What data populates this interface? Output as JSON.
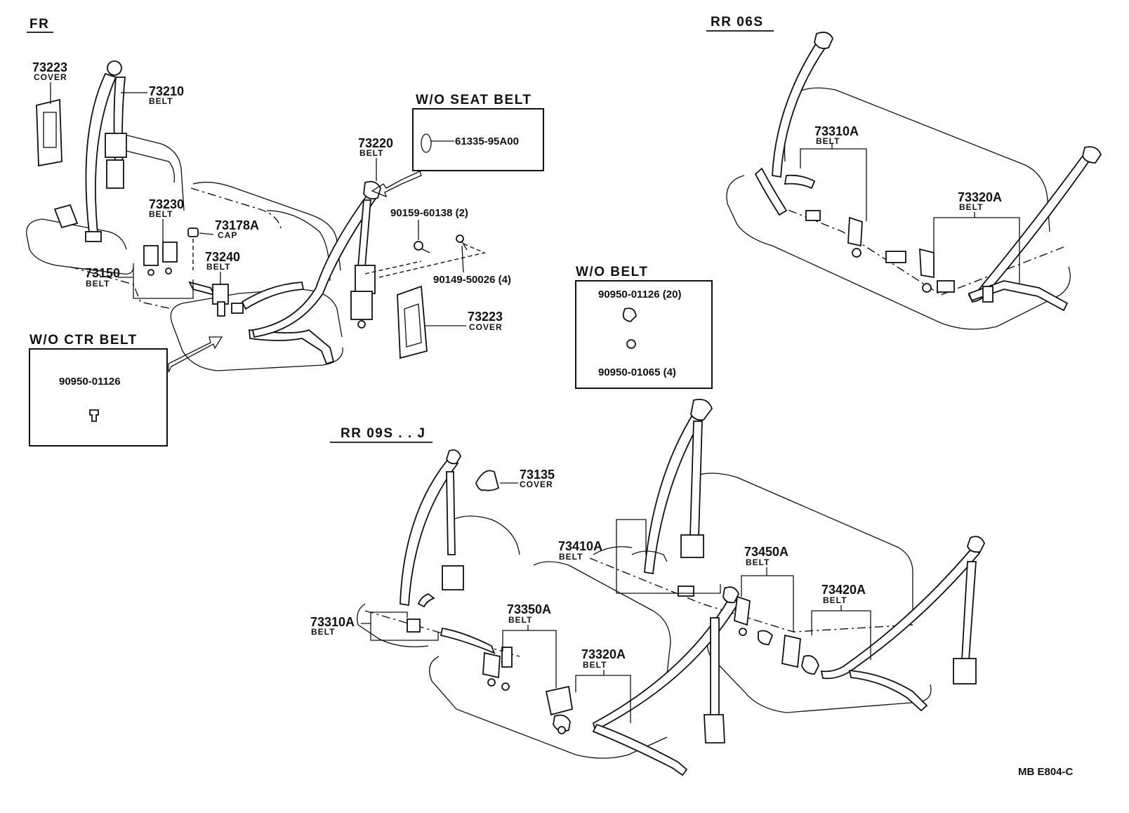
{
  "sections": {
    "fr": "FR",
    "rr06s": "RR  06S",
    "rr09s": "RR  09S . . J"
  },
  "boxes": {
    "wo_seat_belt": {
      "title": "W/O  SEAT  BELT",
      "part": "61335-95A00"
    },
    "wo_ctr_belt": {
      "title": "W/O CTR BELT",
      "part": "90950-01126"
    },
    "wo_belt": {
      "title": "W/O  BELT",
      "part1": "90950-01126 (20)",
      "part2": "90950-01065 (4)"
    }
  },
  "callouts": {
    "c73223_fr": {
      "number": "73223",
      "desc": "COVER"
    },
    "c73210": {
      "number": "73210",
      "desc": "BELT"
    },
    "c73230": {
      "number": "73230",
      "desc": "BELT"
    },
    "c73178a": {
      "number": "73178A",
      "desc": "CAP"
    },
    "c73240": {
      "number": "73240",
      "desc": "BELT"
    },
    "c73150": {
      "number": "73150",
      "desc": "BELT"
    },
    "c73220": {
      "number": "73220",
      "desc": "BELT"
    },
    "c73223_mid": {
      "number": "73223",
      "desc": "COVER"
    },
    "c73310a_06s": {
      "number": "73310A",
      "desc": "BELT"
    },
    "c73320a_06s": {
      "number": "73320A",
      "desc": "BELT"
    },
    "c73135": {
      "number": "73135",
      "desc": "COVER"
    },
    "c73410a": {
      "number": "73410A",
      "desc": "BELT"
    },
    "c73450a": {
      "number": "73450A",
      "desc": "BELT"
    },
    "c73420a": {
      "number": "73420A",
      "desc": "BELT"
    },
    "c73310a_09s": {
      "number": "73310A",
      "desc": "BELT"
    },
    "c73350a": {
      "number": "73350A",
      "desc": "BELT"
    },
    "c73320a_09s": {
      "number": "73320A",
      "desc": "BELT"
    }
  },
  "bolts": {
    "b1": "90159-60138 (2)",
    "b2": "90149-50026 (4)"
  },
  "code": "MB  E804-C"
}
